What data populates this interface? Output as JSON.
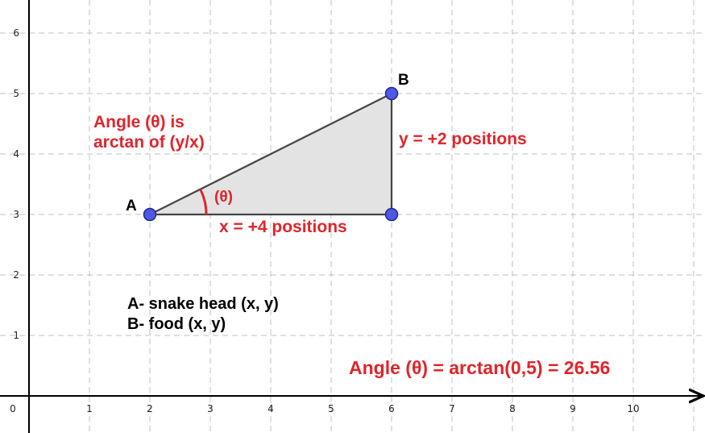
{
  "axes": {
    "x_ticks": [
      "0",
      "1",
      "2",
      "3",
      "4",
      "5",
      "6",
      "7",
      "8",
      "9",
      "10"
    ],
    "y_ticks": [
      "1",
      "2",
      "3",
      "4",
      "5",
      "6"
    ],
    "xlim": [
      0,
      11.2
    ],
    "ylim": [
      -0.6,
      6.55
    ],
    "grid": true
  },
  "points": {
    "A": {
      "label": "A",
      "x": 2,
      "y": 3
    },
    "B": {
      "label": "B",
      "x": 6,
      "y": 5
    },
    "C": {
      "label": "",
      "x": 6,
      "y": 3
    }
  },
  "annotations": {
    "theta_label": "(θ)",
    "angle_rule_line1": "Angle (θ) is",
    "angle_rule_line2": "arctan of (y/x)",
    "x_distance": "x = +4 positions",
    "y_distance": "y = +2 positions",
    "legend_line1": "A- snake head (x, y)",
    "legend_line2": "B- food (x, y)",
    "result": "Angle (θ) = arctan(0,5) = 26.56"
  },
  "colors": {
    "accent_red": "#e0252b",
    "point_fill": "#4f57e6",
    "triangle_fill": "#e3e3e3",
    "triangle_stroke": "#444444",
    "grid": "#c0c0c0",
    "axis": "#000000"
  }
}
